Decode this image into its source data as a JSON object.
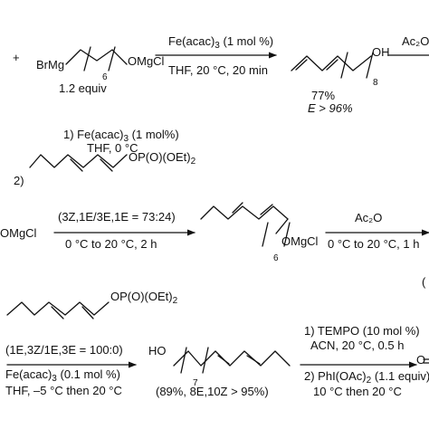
{
  "scheme": {
    "step1": {
      "plus": "+",
      "grignard": "BrMg",
      "grignard_subscript": "6",
      "grignard_end": "OMgCl",
      "equiv": "1.2 equiv",
      "catalyst": "Fe(acac)",
      "catalyst_sub": "3",
      "catalyst_loading": "(1 mol %)",
      "conditions": "THF, 20 °C, 20 min",
      "product_oh": "OH",
      "product_subscript": "8",
      "yield": "77%",
      "selectivity": "E > 96%",
      "next_reagent": "Ac₂O"
    },
    "step2": {
      "reagent1": "1) Fe(acac)",
      "reagent1_sub": "3",
      "reagent1_loading": "(1 mol%)",
      "reagent1_conditions": "THF, 0 °C",
      "reagent2_label": "2)",
      "reagent2_group": "OP(O)(OEt)",
      "reagent2_sub": "2",
      "start_label": "OMgCl",
      "isomer_ratio": "(3Z,1E/3E,1E = 73:24)",
      "conditions": "0 °C to 20 °C, 2 h",
      "product_subscript": "6",
      "product_end": "OMgCl",
      "next_reagent": "Ac₂O",
      "next_conditions": "0 °C to 20 °C, 1 h",
      "paren": "("
    },
    "step3": {
      "group": "OP(O)(OEt)",
      "group_sub": "2",
      "isomer_ratio": "(1E,3Z/1E,3E = 100:0)",
      "catalyst": "Fe(acac)",
      "catalyst_sub": "3",
      "catalyst_loading": "(0.1 mol %)",
      "conditions": "THF, –5 °C then 20 °C",
      "product_ho": "HO",
      "product_subscript": "7",
      "product_yield": "(89%, 8E,10Z > 95%)",
      "oxidation1": "1) TEMPO (10 mol %)",
      "oxidation1_conditions": "ACN, 20 °C, 0.5 h",
      "oxidation2": "2) PhI(OAc)",
      "oxidation2_sub": "2",
      "oxidation2_equiv": "(1.1 equiv)",
      "oxidation2_conditions": "10 °C then 20 °C",
      "product_o": "O"
    }
  }
}
